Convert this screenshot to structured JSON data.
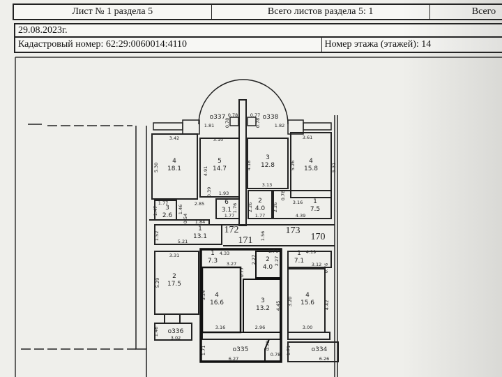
{
  "header": {
    "sheet": "Лист № 1 раздела 5",
    "total_section": "Всего листов раздела 5: 1",
    "total_cut": "Всего",
    "date": "29.08.2023г.",
    "cadastral": "Кадастровый номер: 62:29:0060014:4110",
    "floor": "Номер этажа (этажей): 14"
  },
  "plan": {
    "rooms": [
      {
        "number": "4",
        "area": "18.1"
      },
      {
        "number": "5",
        "area": "14.7"
      },
      {
        "number": "3",
        "area": "12.8"
      },
      {
        "number": "4",
        "area": "15.8"
      },
      {
        "number": "3",
        "area": "2.6"
      },
      {
        "number": "6",
        "area": "3.1"
      },
      {
        "number": "2",
        "area": "4.0"
      },
      {
        "number": "1",
        "area": "7.5"
      },
      {
        "number": "1",
        "area": "13.1"
      },
      {
        "number": "2",
        "area": "17.5"
      },
      {
        "number": "1",
        "area": "7.3"
      },
      {
        "number": "2",
        "area": "4.0"
      },
      {
        "number": "4",
        "area": "16.6"
      },
      {
        "number": "3",
        "area": "13.2"
      },
      {
        "number": "1",
        "area": "7.1"
      },
      {
        "number": "4",
        "area": "15.6"
      }
    ],
    "labels": [
      "о337",
      "о338",
      "о336",
      "о335",
      "о334",
      "172",
      "171",
      "173",
      "170"
    ],
    "dimensions": [
      "3.42",
      "3.10",
      "3.61",
      "5.30",
      "4.91",
      "4.18",
      "5.26",
      "5.31",
      "3.13",
      "1.93",
      "0.39",
      "0.78",
      "3.16",
      "4.39",
      "1.77",
      "1.47",
      "1.46",
      "2.85",
      "1.77",
      "1.76",
      "2.26",
      "2.26",
      "1.77",
      "0.54",
      "1.84",
      "1.52",
      "5.21",
      "1.56",
      "1.81",
      "0.78",
      "0.77",
      "1.82",
      "0.78",
      "0.78",
      "3.31",
      "5.29",
      "4.33",
      "3.27",
      "2.27",
      "1.76",
      "2.27",
      "0.77",
      "5.24",
      "4.45",
      "3.16",
      "2.96",
      "4.19",
      "3.12",
      "3.20",
      "4.42",
      "3.00",
      "1.46",
      "3.02",
      "1.71",
      "6.27",
      "0.70",
      "0.78",
      "1.71",
      "6.26",
      "0.76"
    ]
  }
}
